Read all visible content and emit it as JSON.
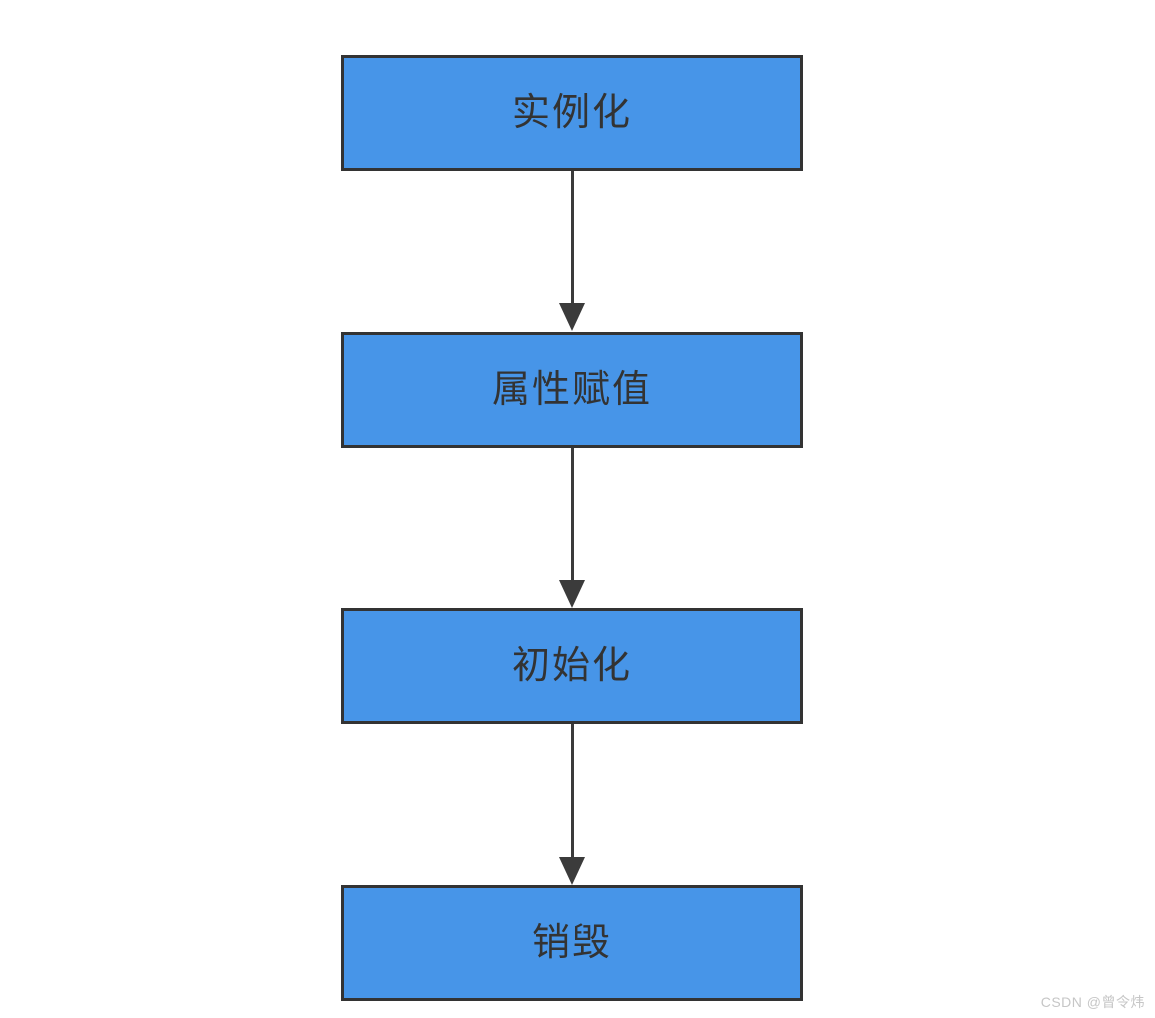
{
  "diagram": {
    "type": "flowchart",
    "direction": "top-to-bottom",
    "nodes": [
      {
        "id": "instantiation",
        "label": "实例化"
      },
      {
        "id": "property-assignment",
        "label": "属性赋值"
      },
      {
        "id": "initialization",
        "label": "初始化"
      },
      {
        "id": "destruction",
        "label": "销毁"
      }
    ],
    "edges": [
      {
        "from": "instantiation",
        "to": "property-assignment"
      },
      {
        "from": "property-assignment",
        "to": "initialization"
      },
      {
        "from": "initialization",
        "to": "destruction"
      }
    ],
    "colors": {
      "node_fill": "#4795E8",
      "node_border": "#333333",
      "node_text": "#333333",
      "arrow": "#3b3b3b",
      "background": "#ffffff",
      "watermark_text": "#c6c6c6"
    }
  },
  "watermark": {
    "text": "CSDN @曾令炜"
  }
}
